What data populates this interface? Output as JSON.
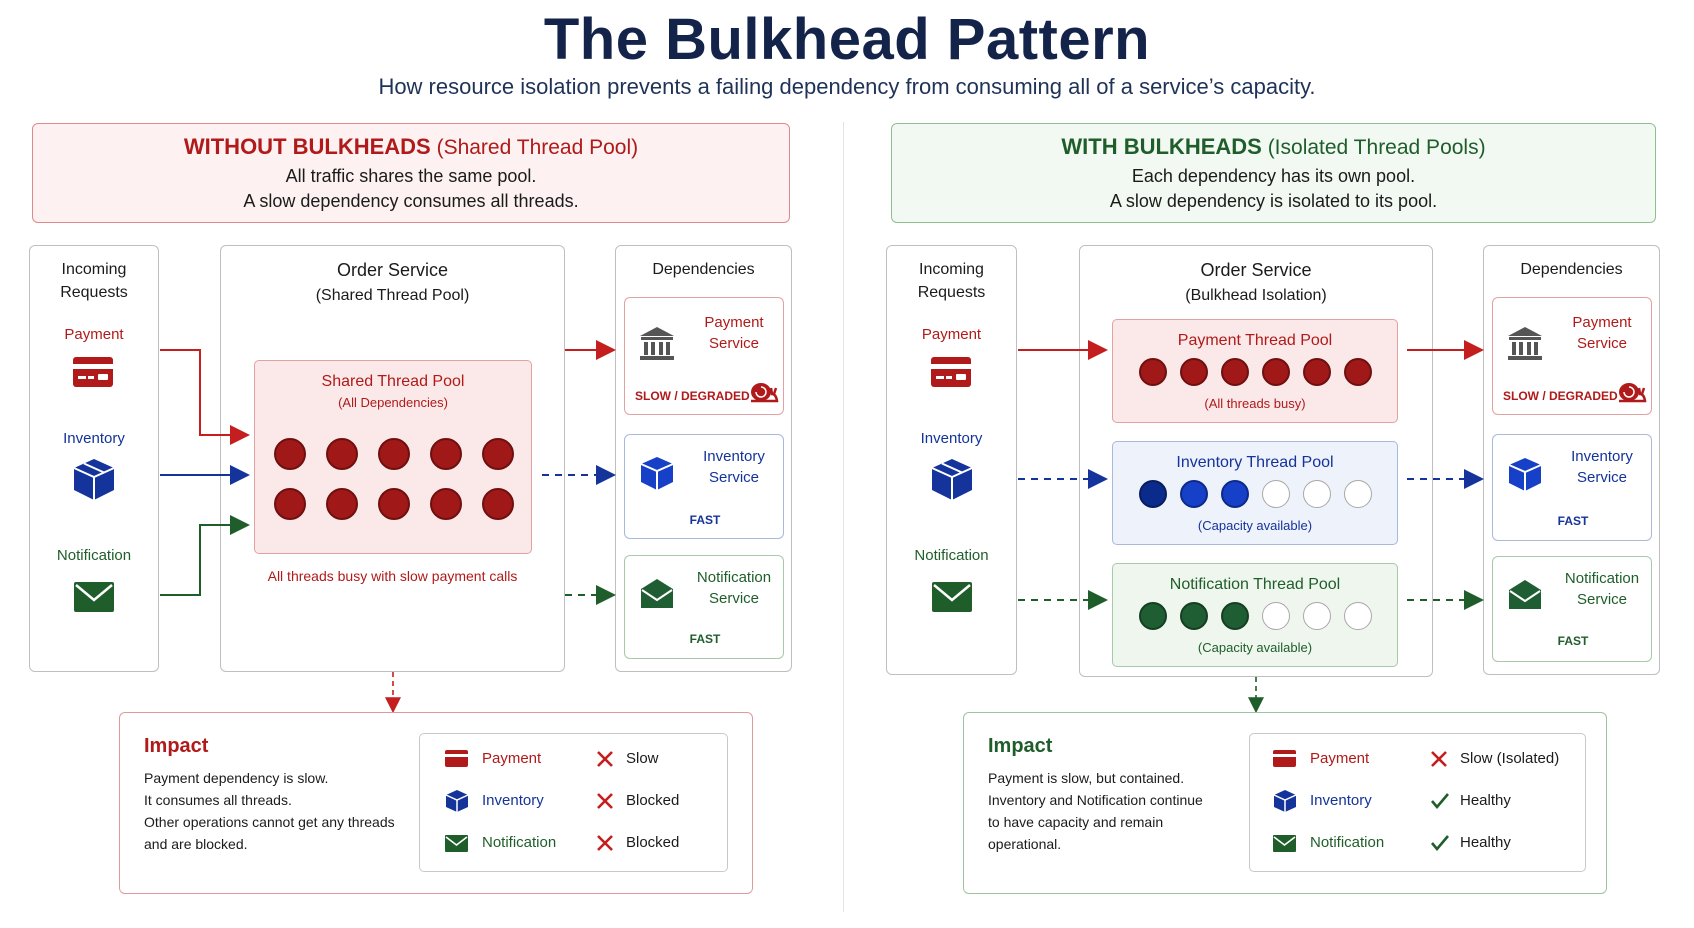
{
  "title": "The Bulkhead Pattern",
  "subtitle": "How resource isolation prevents a failing dependency from consuming all of a service’s capacity.",
  "colors": {
    "red": "#b01a1a",
    "blue": "#14339b",
    "green": "#1f5e2a",
    "navy": "#13234a"
  },
  "left": {
    "banner": {
      "title_bold": "WITHOUT BULKHEADS",
      "title_rest": "(Shared Thread Pool)",
      "line1": "All traffic shares the same pool.",
      "line2": "A slow dependency consumes all threads."
    },
    "incoming": {
      "title": "Incoming Requests",
      "payment": "Payment",
      "inventory": "Inventory",
      "notification": "Notification"
    },
    "service": {
      "title": "Order Service",
      "subtitle": "(Shared Thread Pool)",
      "pool_title": "Shared Thread Pool",
      "pool_sub": "(All Dependencies)",
      "pool_threads_busy": 10,
      "pool_threads_total": 10,
      "caption": "All threads busy with slow payment calls"
    },
    "dependencies": {
      "title": "Dependencies",
      "payment": {
        "name": "Payment Service",
        "status": "SLOW / DEGRADED"
      },
      "inventory": {
        "name": "Inventory Service",
        "status": "FAST"
      },
      "notification": {
        "name": "Notification Service",
        "status": "FAST"
      }
    },
    "impact": {
      "title": "Impact",
      "desc": [
        "Payment dependency is slow.",
        "It consumes all threads.",
        "Other operations cannot get any threads",
        "and are blocked."
      ],
      "rows": [
        {
          "name": "Payment",
          "icon": "credit-card-icon",
          "mark": "x-icon",
          "status": "Slow"
        },
        {
          "name": "Inventory",
          "icon": "package-icon",
          "mark": "x-icon",
          "status": "Blocked"
        },
        {
          "name": "Notification",
          "icon": "envelope-icon",
          "mark": "x-icon",
          "status": "Blocked"
        }
      ]
    }
  },
  "right": {
    "banner": {
      "title_bold": "WITH BULKHEADS",
      "title_rest": "(Isolated Thread Pools)",
      "line1": "Each dependency has its own pool.",
      "line2": "A slow dependency is isolated to its pool."
    },
    "incoming": {
      "title": "Incoming Requests",
      "payment": "Payment",
      "inventory": "Inventory",
      "notification": "Notification"
    },
    "service": {
      "title": "Order Service",
      "subtitle": "(Bulkhead Isolation)",
      "pools": [
        {
          "title": "Payment Thread Pool",
          "caption": "(All threads busy)",
          "busy": 6,
          "total": 6
        },
        {
          "title": "Inventory Thread Pool",
          "caption": "(Capacity available)",
          "busy": 3,
          "total": 6
        },
        {
          "title": "Notification Thread Pool",
          "caption": "(Capacity available)",
          "busy": 3,
          "total": 6
        }
      ]
    },
    "dependencies": {
      "title": "Dependencies",
      "payment": {
        "name": "Payment Service",
        "status": "SLOW / DEGRADED"
      },
      "inventory": {
        "name": "Inventory Service",
        "status": "FAST"
      },
      "notification": {
        "name": "Notification Service",
        "status": "FAST"
      }
    },
    "impact": {
      "title": "Impact",
      "desc": [
        "Payment is slow, but contained.",
        "Inventory and Notification continue",
        "to have capacity and remain",
        "operational."
      ],
      "rows": [
        {
          "name": "Payment",
          "icon": "credit-card-icon",
          "mark": "x-icon",
          "status": "Slow (Isolated)"
        },
        {
          "name": "Inventory",
          "icon": "package-icon",
          "mark": "check-icon",
          "status": "Healthy"
        },
        {
          "name": "Notification",
          "icon": "envelope-icon",
          "mark": "check-icon",
          "status": "Healthy"
        }
      ]
    }
  }
}
